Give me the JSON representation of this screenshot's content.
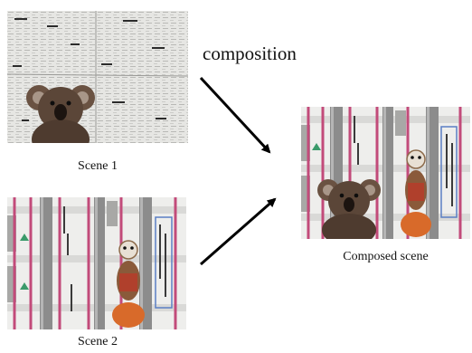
{
  "labels": {
    "composition": "composition",
    "scene1": "Scene 1",
    "scene2": "Scene 2",
    "composed": "Composed scene"
  },
  "images": {
    "scene1": "newspaper wall with koala plush toy",
    "scene2": "shelf scene with vertical poles, signage and a tiger plush toy",
    "composed": "scene 2 with the koala plush toy composited in"
  },
  "colors": {
    "paper": "#e3e3e0",
    "pole": "#8c8c8c",
    "pink_line": "#c24b7a",
    "koala": "#5b4638",
    "tiger": "#d86a2a",
    "arrow": "#000000"
  },
  "icons": [
    "arrow-icon"
  ]
}
